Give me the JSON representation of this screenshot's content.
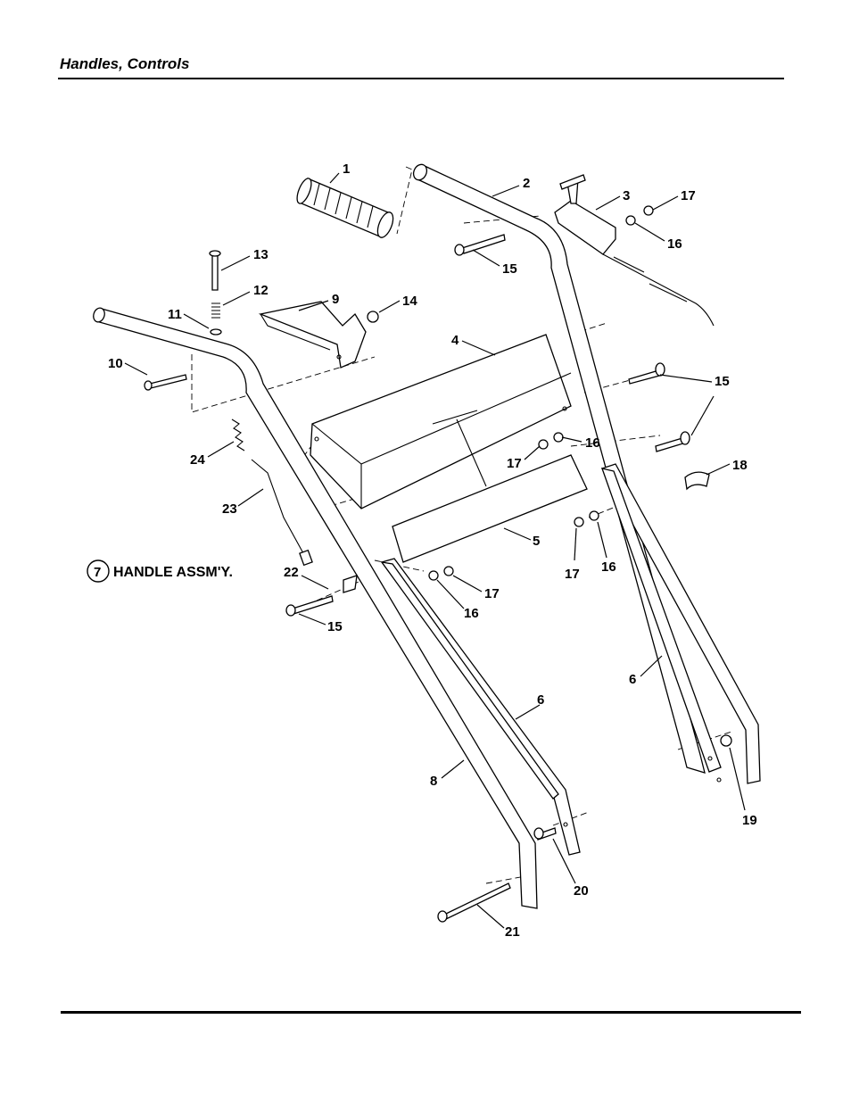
{
  "header": {
    "title": "Handles, Controls"
  },
  "assembly": {
    "number": "7",
    "label": "HANDLE ASSM'Y."
  },
  "callouts": [
    "1",
    "2",
    "3",
    "17",
    "16",
    "15",
    "13",
    "12",
    "9",
    "14",
    "11",
    "10",
    "4",
    "15",
    "24",
    "16",
    "17",
    "18",
    "23",
    "5",
    "17",
    "16",
    "22",
    "17",
    "16",
    "15",
    "6",
    "6",
    "8",
    "19",
    "20",
    "21"
  ]
}
